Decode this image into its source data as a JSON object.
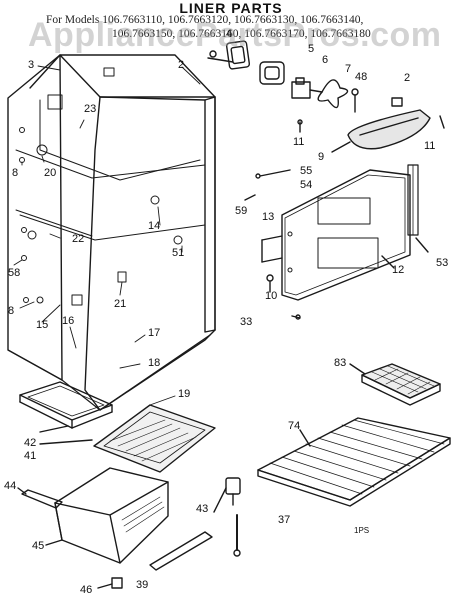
{
  "title": "LINER PARTS",
  "models": {
    "line1": "For Models 106.7663110, 106.7663120, 106.7663130, 106.7663140,",
    "line2": "106.7663150, 106.7663160, 106.7663170, 106.7663180"
  },
  "watermark": "AppliancePartsPros.com",
  "part_numbers": {
    "p2a": "2",
    "p2b": "2",
    "p3": "3",
    "p4": "4",
    "p5": "5",
    "p6": "6",
    "p7": "7",
    "p48": "48",
    "p23": "23",
    "p8a": "8",
    "p20": "20",
    "p11a": "11",
    "p11b": "11",
    "p9": "9",
    "p55": "55",
    "p54": "54",
    "p59": "59",
    "p13": "13",
    "p14": "14",
    "p51": "51",
    "p22": "22",
    "p58": "58",
    "p12": "12",
    "p53": "53",
    "p21": "21",
    "p8b": "8",
    "p16": "16",
    "p15": "15",
    "p10": "10",
    "p33": "33",
    "p17": "17",
    "p18": "18",
    "p19": "19",
    "p83": "83",
    "p42": "42",
    "p41": "41",
    "p74": "74",
    "p44": "44",
    "p43": "43",
    "p45": "45",
    "p37": "37",
    "p39": "39",
    "p46": "46"
  },
  "footer_code": "1PS"
}
